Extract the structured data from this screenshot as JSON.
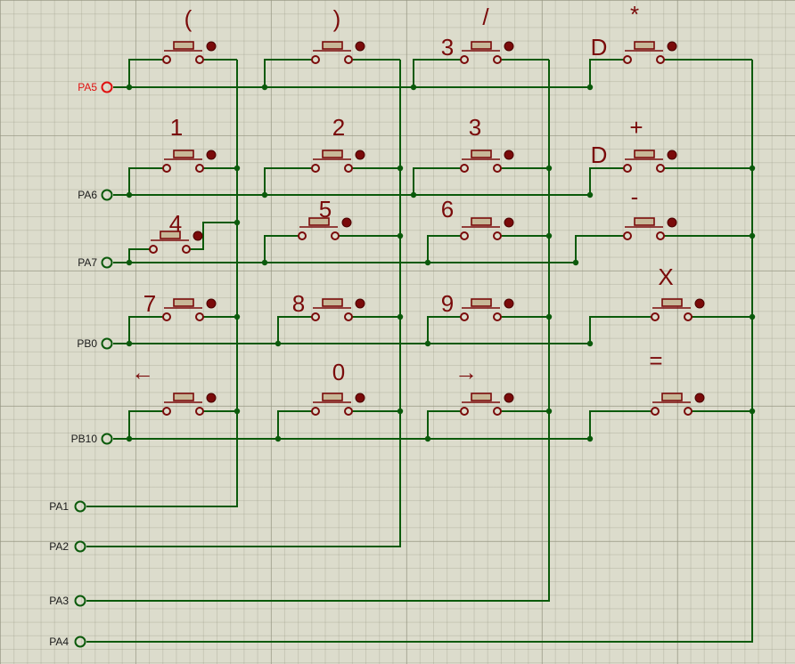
{
  "colors": {
    "wire": "#0b5a0b",
    "component": "#7a0a0a",
    "highlight_pin": "#e01010",
    "background": "#dcdccc"
  },
  "pins": {
    "rows": [
      {
        "label": "PA5",
        "highlighted": true
      },
      {
        "label": "PA6",
        "highlighted": false
      },
      {
        "label": "PA7",
        "highlighted": false
      },
      {
        "label": "PB0",
        "highlighted": false
      },
      {
        "label": "PB10",
        "highlighted": false
      }
    ],
    "columns": [
      {
        "label": "PA1"
      },
      {
        "label": "PA2"
      },
      {
        "label": "PA3"
      },
      {
        "label": "PA4"
      }
    ]
  },
  "keys": [
    {
      "row": 0,
      "col": 0,
      "labels": [
        "("
      ]
    },
    {
      "row": 0,
      "col": 1,
      "labels": [
        ")"
      ]
    },
    {
      "row": 0,
      "col": 2,
      "labels": [
        "/",
        "3"
      ]
    },
    {
      "row": 0,
      "col": 3,
      "labels": [
        "*",
        "D"
      ]
    },
    {
      "row": 1,
      "col": 0,
      "labels": [
        "1"
      ]
    },
    {
      "row": 1,
      "col": 1,
      "labels": [
        "2"
      ]
    },
    {
      "row": 1,
      "col": 2,
      "labels": [
        "3"
      ]
    },
    {
      "row": 1,
      "col": 3,
      "labels": [
        "+",
        "D"
      ]
    },
    {
      "row": 2,
      "col": 0,
      "labels": [
        "4"
      ]
    },
    {
      "row": 2,
      "col": 1,
      "labels": [
        "5"
      ]
    },
    {
      "row": 2,
      "col": 2,
      "labels": [
        "6"
      ]
    },
    {
      "row": 2,
      "col": 3,
      "labels": [
        "-"
      ]
    },
    {
      "row": 3,
      "col": 0,
      "labels": [
        "7"
      ]
    },
    {
      "row": 3,
      "col": 1,
      "labels": [
        "8"
      ]
    },
    {
      "row": 3,
      "col": 2,
      "labels": [
        "9"
      ]
    },
    {
      "row": 3,
      "col": 3,
      "labels": [
        "X"
      ]
    },
    {
      "row": 4,
      "col": 0,
      "labels": [
        "←"
      ]
    },
    {
      "row": 4,
      "col": 1,
      "labels": [
        "0"
      ]
    },
    {
      "row": 4,
      "col": 2,
      "labels": [
        "→"
      ]
    },
    {
      "row": 4,
      "col": 3,
      "labels": [
        "="
      ]
    }
  ]
}
